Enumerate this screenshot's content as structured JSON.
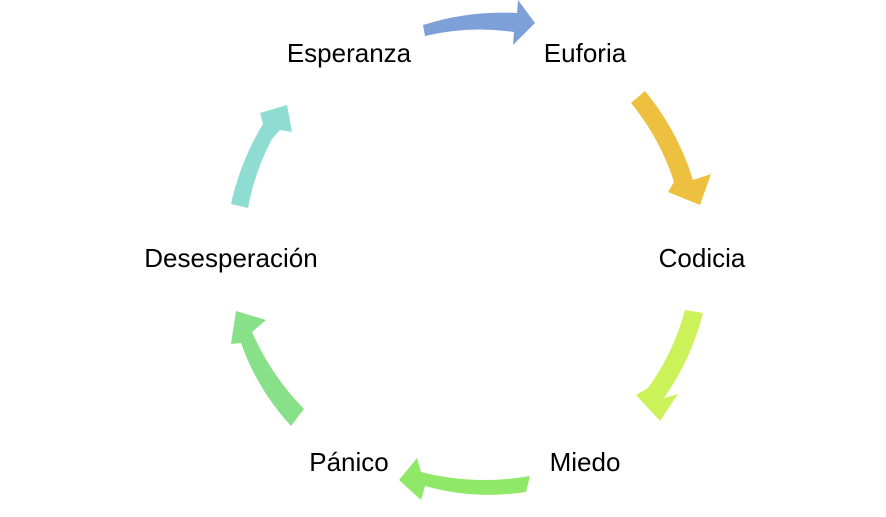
{
  "diagram": {
    "type": "cycle",
    "nodes": [
      {
        "id": "esperanza",
        "label": "Esperanza"
      },
      {
        "id": "euforia",
        "label": "Euforia"
      },
      {
        "id": "codicia",
        "label": "Codicia"
      },
      {
        "id": "miedo",
        "label": "Miedo"
      },
      {
        "id": "panico",
        "label": "Pánico"
      },
      {
        "id": "desesperacion",
        "label": "Desesperación"
      }
    ],
    "edges": [
      {
        "from": "esperanza",
        "to": "euforia",
        "color": "#7EA0D8"
      },
      {
        "from": "euforia",
        "to": "codicia",
        "color": "#EEC040"
      },
      {
        "from": "codicia",
        "to": "miedo",
        "color": "#CCF25A"
      },
      {
        "from": "miedo",
        "to": "panico",
        "color": "#90E868"
      },
      {
        "from": "panico",
        "to": "desesperacion",
        "color": "#88E088"
      },
      {
        "from": "desesperacion",
        "to": "esperanza",
        "color": "#8EDCD2"
      }
    ]
  }
}
